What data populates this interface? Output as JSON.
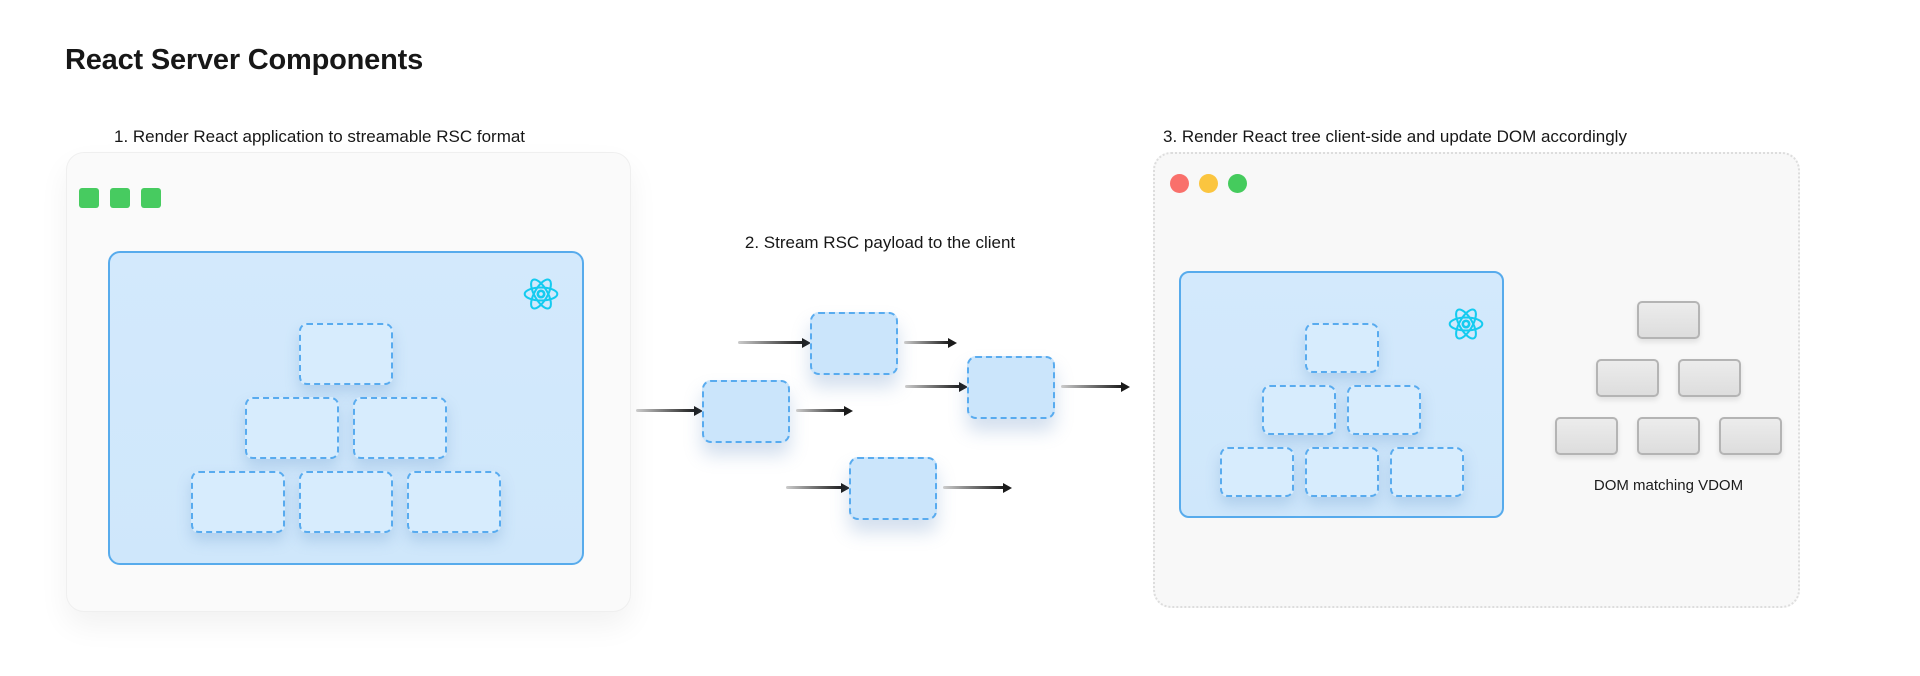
{
  "page": {
    "title": "React Server Components"
  },
  "steps": {
    "step1": "1. Render React application to streamable RSC format",
    "step2": "2. Stream RSC payload to the client",
    "step3": "3. Render React tree client-side and update DOM accordingly"
  },
  "server_window": {
    "indicator_squares": {
      "count": 3,
      "color": "#47cb60"
    },
    "react_logo": "react-logo-icon",
    "vdom_tree_rows": [
      1,
      2,
      3
    ]
  },
  "stream": {
    "chunk_count": 4
  },
  "client_window": {
    "traffic_lights": [
      "#f9706b",
      "#fbc53f",
      "#45cb5d"
    ],
    "react_logo": "react-logo-icon",
    "vdom_tree_rows": [
      1,
      2,
      3
    ],
    "dom_tree_rows": [
      1,
      2,
      3
    ],
    "dom_label": "DOM matching VDOM"
  },
  "colors": {
    "react_cyan": "#14cbf0",
    "panel_blue_fill": "#cfe7fb",
    "panel_blue_border": "#57abec",
    "chunk_fill": "#cbe5fb",
    "chunk_border": "#58abef",
    "server_square_green": "#47cb60",
    "dom_box_fill": "#e5e5e5",
    "dom_box_border": "#b4b4b4",
    "arrow_dark": "#1a1a1a",
    "window_bg": "#fafafa",
    "text": "#171717"
  }
}
